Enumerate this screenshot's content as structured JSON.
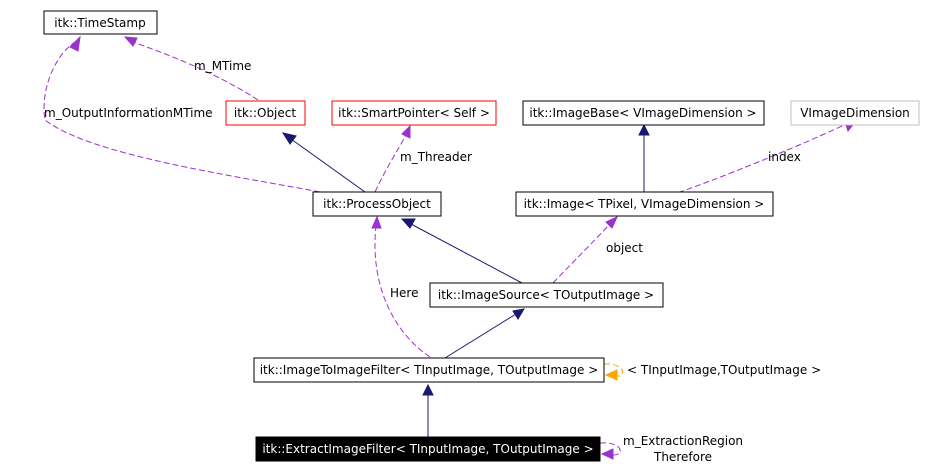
{
  "nodes": {
    "timestamp": "itk::TimeStamp",
    "object": "itk::Object",
    "smartpointer": "itk::SmartPointer< Self >",
    "imagebase": "itk::ImageBase< VImageDimension >",
    "vimagedim": "VImageDimension",
    "processobject": "itk::ProcessObject",
    "image": "itk::Image< TPixel, VImageDimension >",
    "imagesource": "itk::ImageSource< TOutputImage >",
    "i2ifilter": "itk::ImageToImageFilter< TInputImage, TOutputImage >",
    "extract": "itk::ExtractImageFilter< TInputImage, TOutputImage >"
  },
  "edge_labels": {
    "m_mtime": "m_MTime",
    "m_outputinfo": "m_OutputInformationMTime",
    "m_threader": "m_Threader",
    "index": "index",
    "object": "object",
    "here": "Here",
    "template_args": "< TInputImage,TOutputImage >",
    "m_extraction": "m_ExtractionRegion",
    "therefore": "Therefore"
  },
  "colors": {
    "inheritance": "#191970",
    "usage": "#9a32cd",
    "template": "#ffa500",
    "highlight_fill": "#000000",
    "missing_doc_border": "#ff0000",
    "external_border": "#bfbfbf"
  }
}
